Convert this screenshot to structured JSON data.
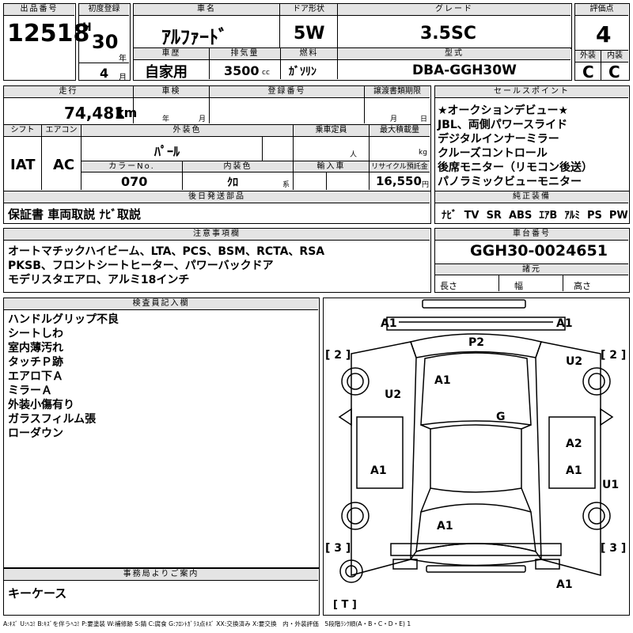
{
  "header": {
    "lot_label": "出品番号",
    "lot_no": "12518",
    "first_reg_label": "初度登録",
    "era": "H",
    "year": "30",
    "year_unit": "年",
    "month": "4",
    "month_unit": "月",
    "car_name_label": "車名",
    "car_name": "ｱﾙﾌｧｰﾄﾞ",
    "door_label": "ドア形状",
    "door": "5W",
    "grade_label": "グレード",
    "grade": "3.5SC",
    "score_label": "評価点",
    "score": "4",
    "history_label": "車歴",
    "history": "自家用",
    "displacement_label": "排気量",
    "displacement": "3500",
    "displacement_unit": "cc",
    "fuel_label": "燃料",
    "fuel": "ｶﾞｿﾘﾝ",
    "model_label": "型式",
    "model": "DBA-GGH30W",
    "ext_label": "外装",
    "ext_score": "C",
    "int_label": "内装",
    "int_score": "C"
  },
  "row2": {
    "mileage_label": "走行",
    "mileage": "74,481",
    "mileage_unit": "km",
    "inspection_label": "車検",
    "inspection_year_unit": "年",
    "inspection_month_unit": "月",
    "reg_no_label": "登録番号",
    "doc_deadline_label": "譲渡書類期限",
    "doc_month_unit": "月",
    "doc_day_unit": "日"
  },
  "row3": {
    "shift_label": "シフト",
    "shift": "IAT",
    "ac_label": "エアコン",
    "ac": "AC",
    "ext_color_label": "外装色",
    "ext_color": "ﾊﾟｰﾙ",
    "capacity_label": "乗車定員",
    "capacity_unit": "人",
    "load_label": "最大積載量",
    "load_unit": "kg",
    "color_no_label": "カラーNo.",
    "color_no": "070",
    "int_color_label": "内装色",
    "int_color": "ｸﾛ",
    "int_color_unit": "系",
    "import_label": "輸入車",
    "recycle_label": "リサイクル預託金",
    "recycle": "16,550",
    "recycle_unit": "円"
  },
  "sales_points": {
    "label": "セールスポイント",
    "items": [
      "★オークションデビュー★",
      "JBL、両側パワースライド",
      "デジタルインナーミラー",
      "クルーズコントロール",
      "後席モニター（リモコン後送）",
      "パノラミックビューモニター"
    ]
  },
  "later_items": {
    "label": "後日発送部品",
    "value": "保証書 車両取説 ﾅﾋﾞ取説"
  },
  "equipment": {
    "label": "純正装備",
    "items": [
      "ﾅﾋﾞ",
      "TV",
      "SR",
      "ABS",
      "ｴｱB",
      "ｱﾙﾐ",
      "PS",
      "PW"
    ]
  },
  "notes": {
    "label": "注意事項欄",
    "lines": [
      "オートマチックハイビーム、LTA、PCS、BSM、RCTA、RSA",
      "PKSB、フロントシートヒーター、パワーバックドア",
      "モデリスタエアロ、アルミ18インチ"
    ]
  },
  "chassis": {
    "label": "車台番号",
    "value": "GGH30-0024651"
  },
  "specs": {
    "label": "諸元",
    "length": "長さ",
    "width": "幅",
    "height": "高さ"
  },
  "inspector": {
    "label": "検査員記入欄",
    "lines": [
      "ハンドルグリップ不良",
      "シートしわ",
      "室内薄汚れ",
      "タッチＰ跡",
      "エアロ下Ａ",
      "ミラーＡ",
      "外装小傷有り",
      "ガラスフィルム張",
      "ローダウン"
    ]
  },
  "office": {
    "label": "事務局よりご案内",
    "value": "キーケース"
  },
  "diagram": {
    "marks": [
      "A1",
      "A1",
      "P2",
      "[ 2 ]",
      "[ 2 ]",
      "U2",
      "A1",
      "U2",
      "G",
      "A2",
      "A1",
      "A1",
      "U1",
      "A1",
      "[ 3 ]",
      "[ 3 ]",
      "A1",
      "[ T ]"
    ]
  },
  "legend": "A:ｷｽﾞ U:ﾍｺﾐ B:ｷｽﾞを伴うﾍｺﾐ P:要塗装 W:補修跡 S:錆 C:腐食 G:ﾌﾛﾝﾄｶﾞﾗｽ点ｷｽﾞ XX:交換済み X:要交換　内・外装評価　5段階ﾗﾝｸ順(A・B・C・D・E) 1"
}
